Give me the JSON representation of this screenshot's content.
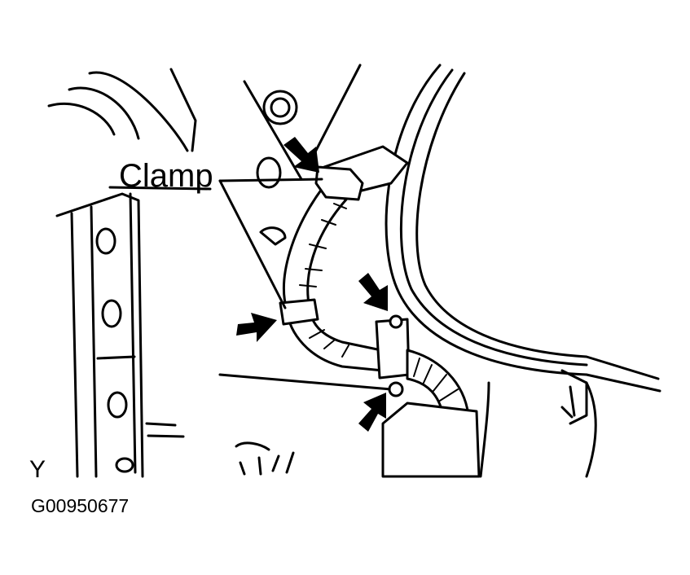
{
  "labels": {
    "clamp": "Clamp",
    "view": "Y",
    "figure_code": "G00950677"
  },
  "icons": {
    "pointer_arrows": [
      "arrow-icon",
      "arrow-icon",
      "arrow-icon",
      "arrow-icon"
    ]
  },
  "colors": {
    "ink": "#000000",
    "paper": "#ffffff"
  }
}
